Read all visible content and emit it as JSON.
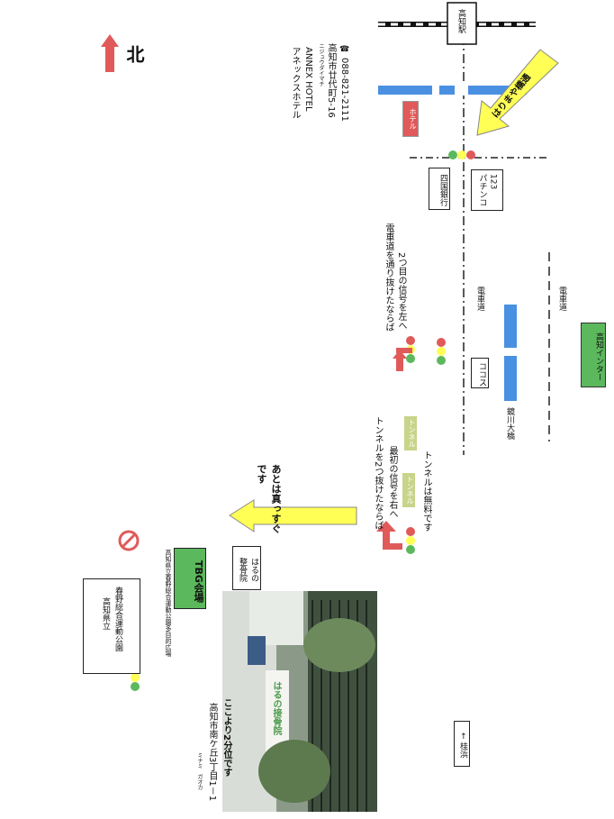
{
  "north_label": "北",
  "station": "高知駅",
  "hotel": {
    "name_jp": "アネックスホテル",
    "name_en": "ANNEX HOTEL",
    "address": "高知市廿代町5-16",
    "address_ruby": "ニジュウダイマチ",
    "phone_icon": "phone-icon",
    "phone": "088-821-2111"
  },
  "hotel_marker": "ホテル",
  "yellow_arrow_top": "はりまや橋通",
  "shikoku_bank": "四国銀行",
  "pachinko": "123\nパチンコ",
  "tram_label_1": "電車道",
  "tram_label_2": "電車道",
  "instruction_1_line1": "電車道を通り抜けたならば",
  "instruction_1_line2": "2つ目の信号を左へ",
  "cocos": "ココス",
  "kagami_bridge": "鏡川大橋",
  "kochi_ic": "高知インター",
  "instruction_2_line1": "トンネルを2つ抜けたならば",
  "instruction_2_line2": "最初の信号を右へ",
  "instruction_2_line3": "トンネルは無料です",
  "tunnel_1": "トンネル",
  "tunnel_2": "トンネル",
  "yellow_arrow_bottom": "あとは真っすぐです",
  "haruno_clinic": "はるの\n整骨院",
  "venue": "TBG会場",
  "park_line1": "高知県立",
  "park_line2": "春野総合運動公園",
  "parking_note": "高知県立春野総合運動公園多目的広場",
  "address_bottom": "高知市南ケ丘3丁目1－1",
  "address_bottom_ruby": "ミナミ　ガオカ",
  "minutes_note": "ここより2分位です",
  "direction_note": "← 桂浜",
  "photo_sign": "はるの接骨院",
  "colors": {
    "road_blue": "#4a90e2",
    "yellow_arrow": "#ffff55",
    "green_box": "#5cb85c",
    "red_arrow": "#e05a5a",
    "tunnel_box": "#c8d48a"
  }
}
